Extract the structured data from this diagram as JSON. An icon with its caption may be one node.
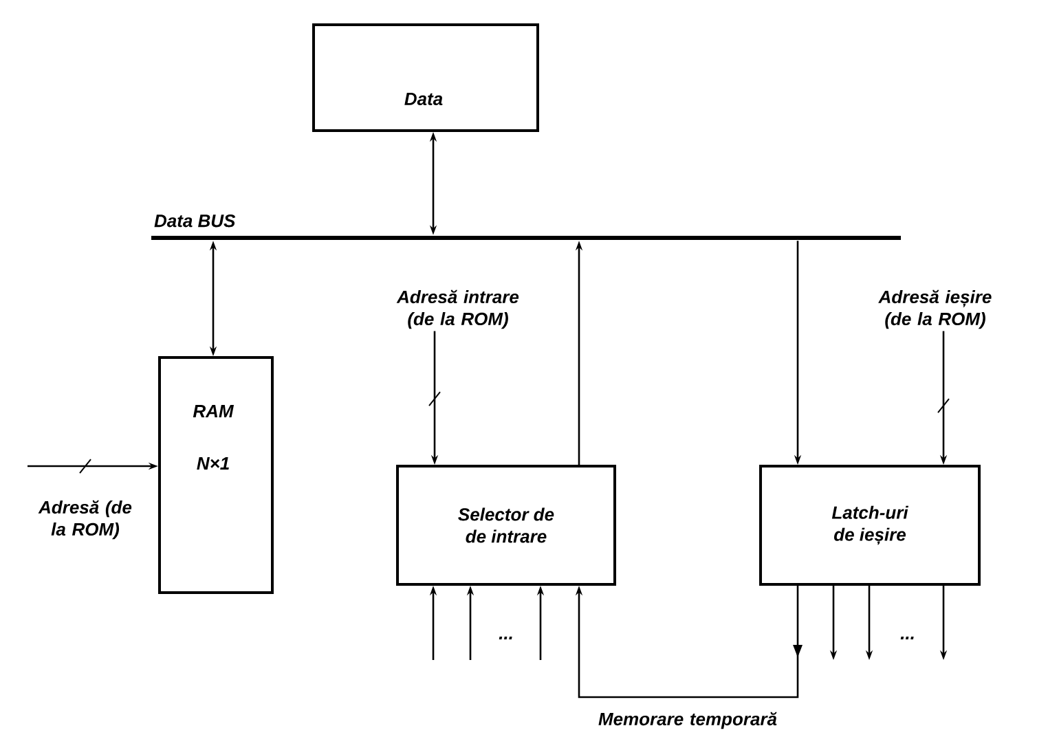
{
  "diagram": {
    "nodes": [
      {
        "text": [
          "Data"
        ]
      },
      {
        "text": [
          "Data BUS"
        ]
      },
      {
        "text": [
          "RAM",
          "N×1"
        ]
      },
      {
        "text": [
          "Selector de de intrare"
        ]
      },
      {
        "text": [
          "Latch-uri de ieșire"
        ]
      },
      {
        "text": [
          "Adresă intrare (de la ROM)"
        ]
      },
      {
        "text": [
          "Adresă ieșire (de la ROM)"
        ]
      }
    ],
    "edges": [
      {
        "from": 0,
        "to": 1,
        "arrow": "both"
      },
      {
        "from": 1,
        "to": 2,
        "arrow": "both"
      },
      {
        "from": null,
        "to": 2,
        "arrow": "to",
        "label": "Adresă (de la ROM)"
      },
      {
        "from": 5,
        "to": 3,
        "arrow": "to"
      },
      {
        "from": 3,
        "to": 1,
        "arrow": "to"
      },
      {
        "from": 1,
        "to": 4,
        "arrow": "to"
      },
      {
        "from": 6,
        "to": 4,
        "arrow": "to"
      },
      {
        "from": null,
        "to": 3,
        "arrow": "to"
      },
      {
        "from": null,
        "to": 3,
        "arrow": "to"
      },
      {
        "from": null,
        "to": 3,
        "arrow": "to"
      },
      {
        "from": 4,
        "to": 3,
        "arrow": "to",
        "label": "Memorare temporară"
      },
      {
        "from": 4,
        "to": null,
        "arrow": "to"
      },
      {
        "from": 4,
        "to": null,
        "arrow": "to"
      },
      {
        "from": 4,
        "to": null,
        "arrow": "to"
      }
    ],
    "labels": [
      "...",
      "..."
    ]
  }
}
